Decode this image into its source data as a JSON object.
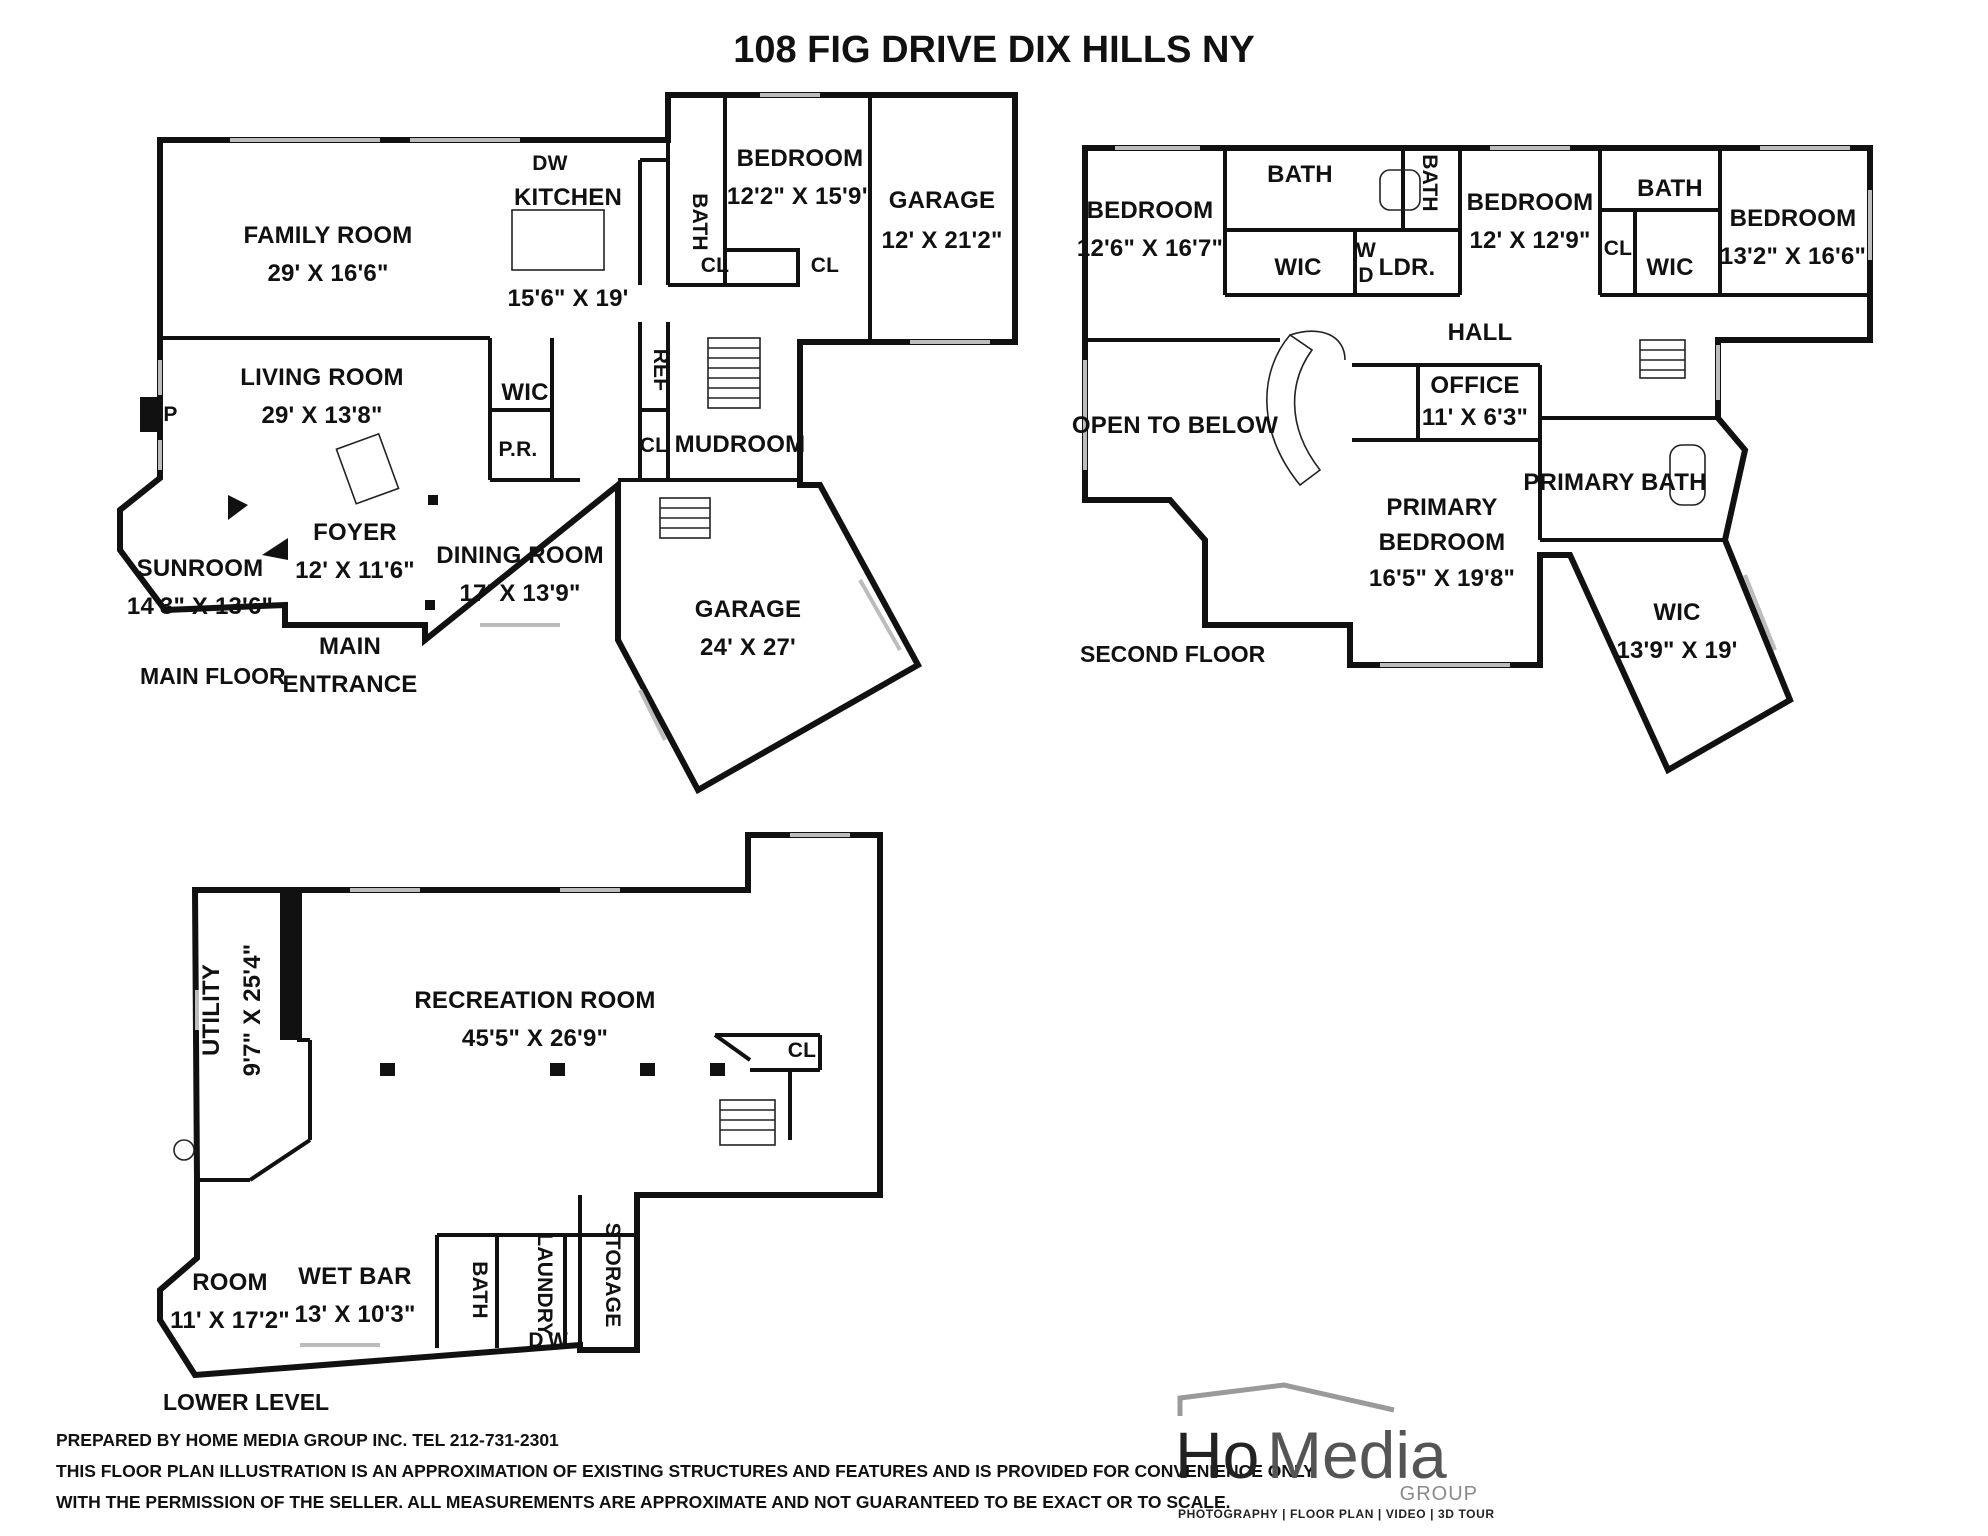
{
  "title": "108 FIG DRIVE DIX HILLS NY",
  "floors": {
    "main": {
      "label": "MAIN FLOOR",
      "rooms": [
        {
          "name": "FAMILY ROOM",
          "dims": "29' X 16'6\""
        },
        {
          "name": "KITCHEN",
          "dims": "15'6\" X 19'"
        },
        {
          "name": "DW"
        },
        {
          "name": "BATH"
        },
        {
          "name": "BEDROOM",
          "dims": "12'2\" X 15'9\""
        },
        {
          "name": "GARAGE",
          "dims": "12' X 21'2\""
        },
        {
          "name": "CL"
        },
        {
          "name": "CL"
        },
        {
          "name": "LIVING ROOM",
          "dims": "29' X 13'8\""
        },
        {
          "name": "F/P"
        },
        {
          "name": "WIC"
        },
        {
          "name": "P.R."
        },
        {
          "name": "REF"
        },
        {
          "name": "CL"
        },
        {
          "name": "MUDROOM"
        },
        {
          "name": "FOYER",
          "dims": "12' X 11'6\""
        },
        {
          "name": "SUNROOM",
          "dims": "14'3\" X 13'6\""
        },
        {
          "name": "DINING ROOM",
          "dims": "17' X 13'9\""
        },
        {
          "name": "MAIN",
          "dims": "ENTRANCE"
        },
        {
          "name": "GARAGE",
          "dims": "24' X 27'"
        }
      ]
    },
    "second": {
      "label": "SECOND FLOOR",
      "rooms": [
        {
          "name": "BEDROOM",
          "dims": "12'6\" X 16'7\""
        },
        {
          "name": "BATH"
        },
        {
          "name": "WIC"
        },
        {
          "name": "BATH"
        },
        {
          "name": "W"
        },
        {
          "name": "D"
        },
        {
          "name": "LDR."
        },
        {
          "name": "BEDROOM",
          "dims": "12' X 12'9\""
        },
        {
          "name": "CL"
        },
        {
          "name": "BATH"
        },
        {
          "name": "WIC"
        },
        {
          "name": "BEDROOM",
          "dims": "13'2\" X 16'6\""
        },
        {
          "name": "HALL"
        },
        {
          "name": "OPEN TO BELOW"
        },
        {
          "name": "OFFICE",
          "dims": "11' X 6'3\""
        },
        {
          "name": "PRIMARY",
          "dims": "BEDROOM"
        },
        {
          "name": "16'5\" X 19'8\""
        },
        {
          "name": "PRIMARY BATH"
        },
        {
          "name": "WIC",
          "dims": "13'9\" X 19'"
        }
      ]
    },
    "lower": {
      "label": "LOWER LEVEL",
      "rooms": [
        {
          "name": "RECREATION ROOM",
          "dims": "45'5\" X 26'9\""
        },
        {
          "name": "UTILITY",
          "dims": "9'7\" X 25'4\""
        },
        {
          "name": "CL"
        },
        {
          "name": "ROOM",
          "dims": "11' X 17'2\""
        },
        {
          "name": "WET BAR",
          "dims": "13' X 10'3\""
        },
        {
          "name": "BATH"
        },
        {
          "name": "LAUNDRY"
        },
        {
          "name": "D"
        },
        {
          "name": "W"
        },
        {
          "name": "STORAGE"
        }
      ]
    }
  },
  "footer": {
    "line1": "PREPARED BY  HOME MEDIA GROUP INC.  TEL 212-731-2301",
    "line2": "THIS FLOOR PLAN ILLUSTRATION IS AN APPROXIMATION OF EXISTING STRUCTURES AND FEATURES AND IS PROVIDED FOR CONVENIENCE ONLY",
    "line3": "WITH THE PERMISSION OF THE SELLER. ALL MEASUREMENTS ARE APPROXIMATE AND NOT GUARANTEED TO BE EXACT OR TO SCALE."
  },
  "logo": {
    "ho": "Ho",
    "media": "Media",
    "group": "GROUP",
    "tagline": "PHOTOGRAPHY | FLOOR PLAN | VIDEO | 3D TOUR"
  }
}
